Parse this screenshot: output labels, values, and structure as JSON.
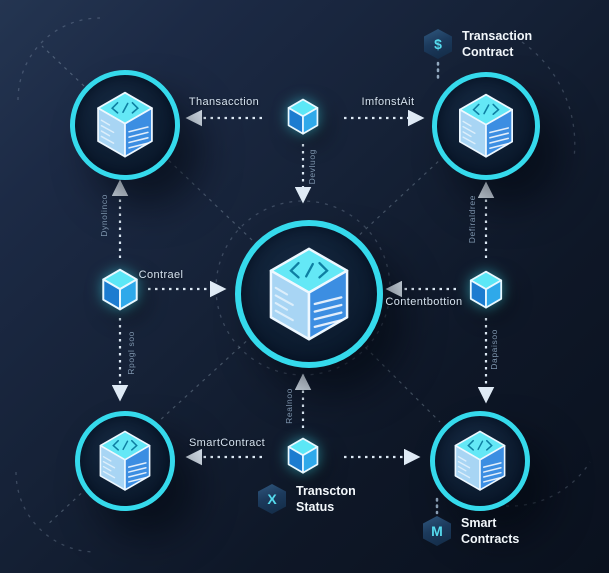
{
  "badges": [
    {
      "id": "transaction-contract",
      "icon_glyph": "$",
      "line1": "Transaction",
      "line2": "Contract"
    },
    {
      "id": "transaction-status",
      "icon_glyph": "X",
      "line1": "Transcton",
      "line2": "Status"
    },
    {
      "id": "smart-contracts",
      "icon_glyph": "M",
      "line1": "Smart",
      "line2": "Contracts"
    }
  ],
  "edge_labels": {
    "top_left": "Thansacction",
    "top_right": "ImfonstAit",
    "mid_left": "Contrael",
    "mid_right": "Contentbottion",
    "bottom_left": "SmartContract",
    "v_left_upper": "Dynolinco",
    "v_left_lower": "Rpogl soo",
    "v_center_upper": "Devluog",
    "v_center_lower": "Realnoo",
    "v_right_upper": "Defiraldree",
    "v_right_lower": "Dapaisoo"
  },
  "colors": {
    "accent_cyan": "#35daec",
    "cube_top": "#64e8f6",
    "cube_left_light": "#a8d5f4",
    "cube_right_blue": "#3c8ee2",
    "background_dark": "#0e1727",
    "label_light": "#d4e1ee",
    "label_dim": "#7e95ad"
  }
}
